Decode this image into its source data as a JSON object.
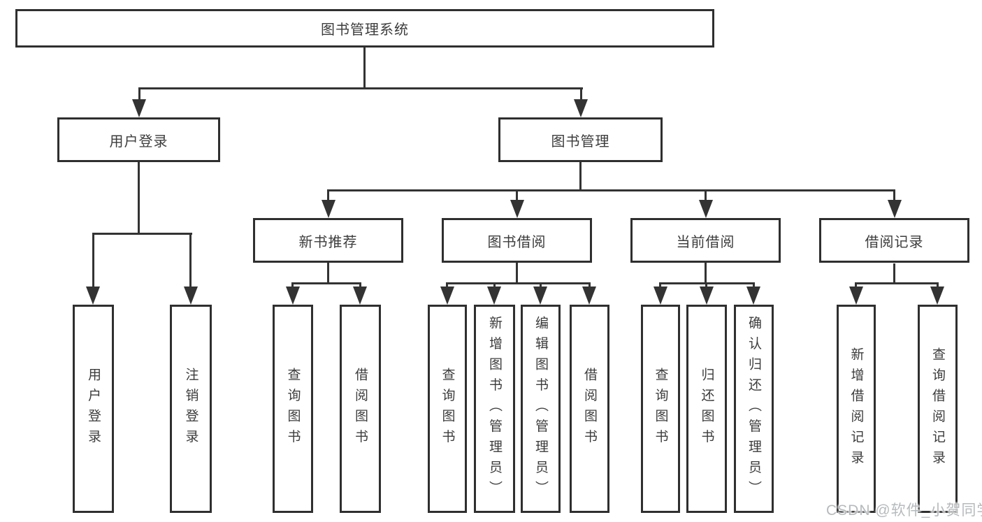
{
  "diagram": {
    "watermark": "CSDN @软件_小贺同学",
    "colors": {
      "line": "#333333",
      "box_border": "#2f2f2f",
      "text": "#3c3c3c",
      "watermark": "#b6babd",
      "background": "#ffffff"
    },
    "icons": {
      "arrowhead": "solid-down-triangle"
    },
    "tree": {
      "root": {
        "label": "图书管理系统"
      },
      "branches": [
        {
          "label": "用户登录",
          "children": [
            "用户登录",
            "注销登录"
          ]
        },
        {
          "label": "图书管理",
          "children": [
            {
              "label": "新书推荐",
              "children": [
                "查询图书",
                "借阅图书"
              ]
            },
            {
              "label": "图书借阅",
              "children": [
                "查询图书",
                "新增图书（管理员）",
                "编辑图书（管理员）",
                "借阅图书"
              ]
            },
            {
              "label": "当前借阅",
              "children": [
                "查询图书",
                "归还图书",
                "确认归还（管理员）"
              ]
            },
            {
              "label": "借阅记录",
              "children": [
                "新增借阅记录",
                "查询借阅记录"
              ]
            }
          ]
        }
      ]
    }
  }
}
